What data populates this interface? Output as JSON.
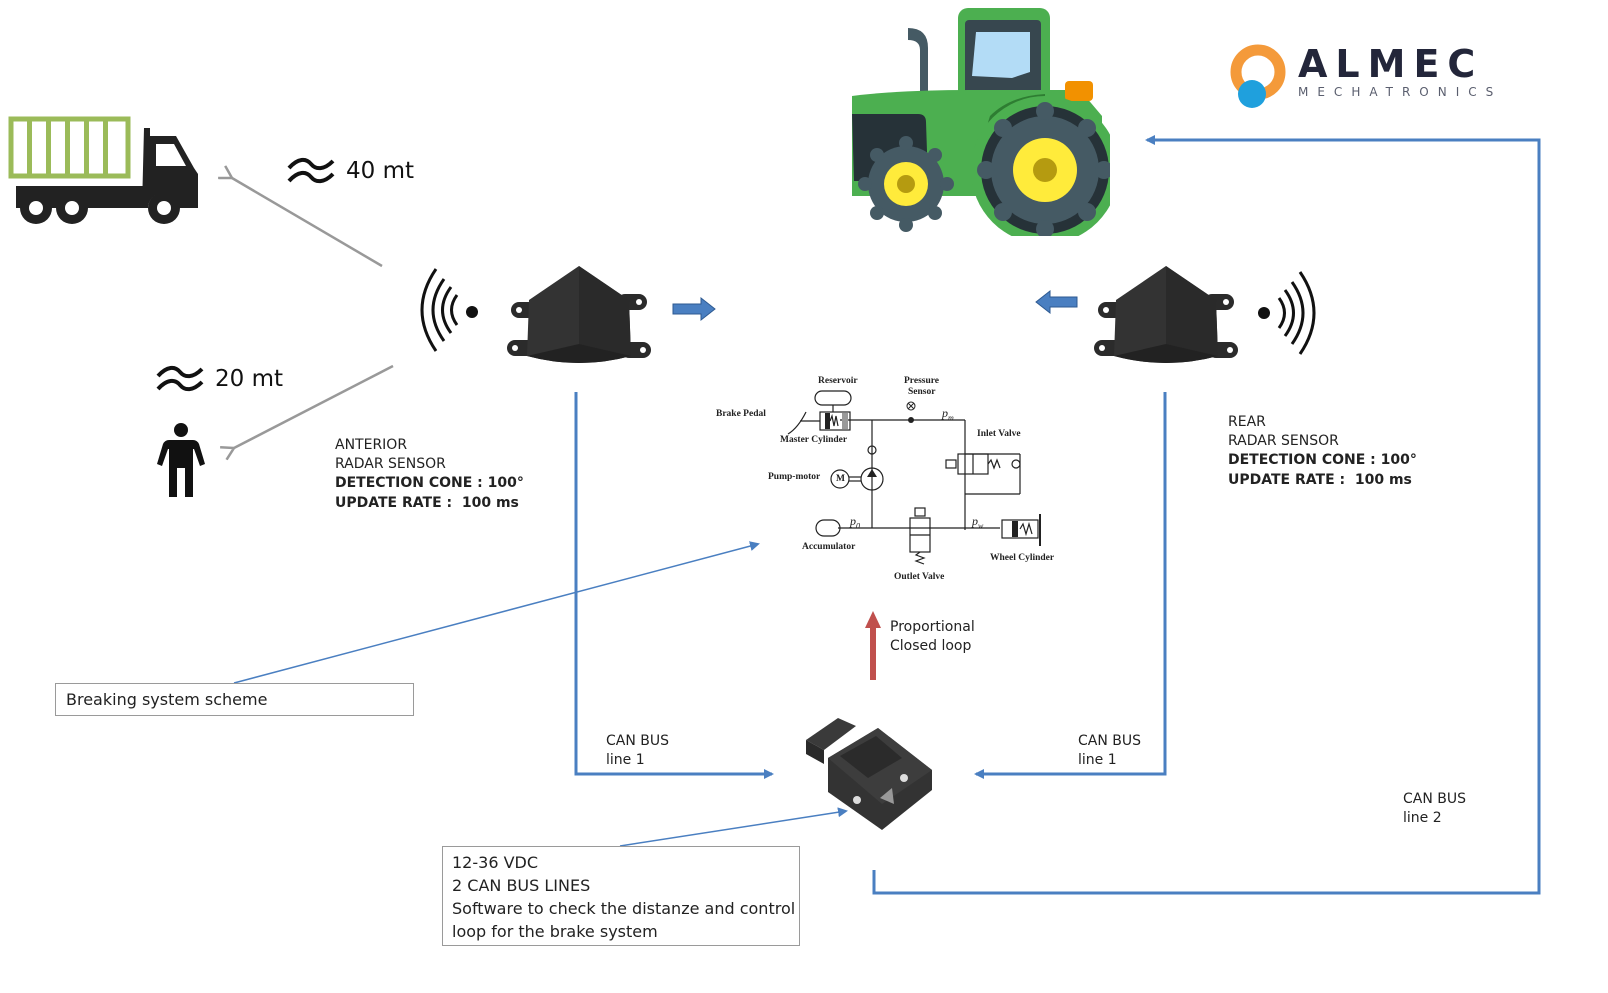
{
  "logo": {
    "brand": "ALMEC",
    "tagline": "MECHATRONICS",
    "colors": {
      "ring": "#f49a3a",
      "dot": "#1fa0dd",
      "text": "#23263a"
    }
  },
  "distances": {
    "vehicle": {
      "symbol": "≈",
      "label": "40 mt",
      "icon": "truck-icon"
    },
    "person": {
      "symbol": "≈",
      "label": "20 mt",
      "icon": "person-icon"
    }
  },
  "anterior_sensor": {
    "lines": [
      "ANTERIOR",
      "RADAR SENSOR"
    ],
    "detection_cone": "DETECTION CONE : 100°",
    "update_rate": "UPDATE RATE :  100 ms"
  },
  "rear_sensor": {
    "lines": [
      "REAR",
      "RADAR SENSOR"
    ],
    "detection_cone": "DETECTION CONE : 100°",
    "update_rate": "UPDATE RATE :  100 ms"
  },
  "brake_scheme": {
    "labels": {
      "reservoir": "Reservoir",
      "pressure_sensor_1": "Pressure",
      "pressure_sensor_2": "Sensor",
      "brake_pedal": "Brake Pedal",
      "master_cylinder": "Master Cylinder",
      "inlet_valve": "Inlet Valve",
      "pump_motor": "Pump-motor",
      "motor": "M",
      "accumulator": "Accumulator",
      "outlet_valve": "Outlet Valve",
      "wheel_cylinder": "Wheel Cylinder",
      "p_m": "p",
      "p_m_sub": "m",
      "p_0": "p",
      "p_0_sub": "0",
      "p_w": "p",
      "p_w_sub": "w"
    }
  },
  "callouts": {
    "scheme": "Breaking system scheme",
    "ecu": [
      "12-36 VDC",
      "2 CAN BUS LINES",
      "Software to check the distanze and control",
      "loop for the brake system"
    ]
  },
  "control_loop": {
    "line1": "Proportional",
    "line2": "Closed loop",
    "color": "#c0504d"
  },
  "can_bus": {
    "left": {
      "line1": "CAN BUS",
      "line2": "line 1"
    },
    "right": {
      "line1": "CAN BUS",
      "line2": "line 1"
    },
    "outer": {
      "line1": "CAN BUS",
      "line2": "line 2"
    },
    "color": "#4a7fc1"
  }
}
